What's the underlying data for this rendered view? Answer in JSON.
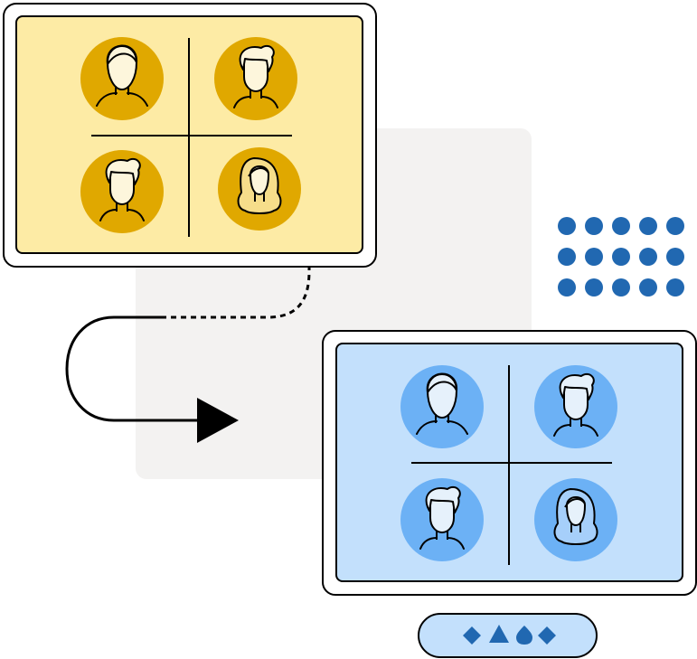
{
  "colors": {
    "background": "#ffffff",
    "backdrop": "#f3f2f1",
    "outline": "#000000",
    "source_screen": "#fdeba5",
    "source_avatar": "#e0a800",
    "source_face": "#fdf6dc",
    "source_hair_light": "#f6dd8a",
    "target_screen": "#c3e0fc",
    "target_avatar": "#6cb1f5",
    "target_face": "#e6f1fb",
    "target_hair_light": "#a6cffa",
    "dots": "#2168b1",
    "shape_buttons": "#2168b1"
  },
  "source_screen": {
    "participants": [
      {
        "icon": "person-short-hair-icon"
      },
      {
        "icon": "person-swept-hair-icon"
      },
      {
        "icon": "person-swept-hair-icon"
      },
      {
        "icon": "person-long-hair-icon"
      }
    ]
  },
  "target_screen": {
    "participants": [
      {
        "icon": "person-short-hair-icon"
      },
      {
        "icon": "person-swept-hair-icon"
      },
      {
        "icon": "person-swept-hair-icon"
      },
      {
        "icon": "person-long-hair-icon"
      }
    ]
  },
  "connector": {
    "style": "dashed-to-solid",
    "arrowhead": "filled-triangle"
  },
  "dot_grid": {
    "rows": 3,
    "cols": 5
  },
  "control_bar": {
    "shapes": [
      "diamond-icon",
      "triangle-icon",
      "drop-icon",
      "diamond-icon"
    ]
  }
}
